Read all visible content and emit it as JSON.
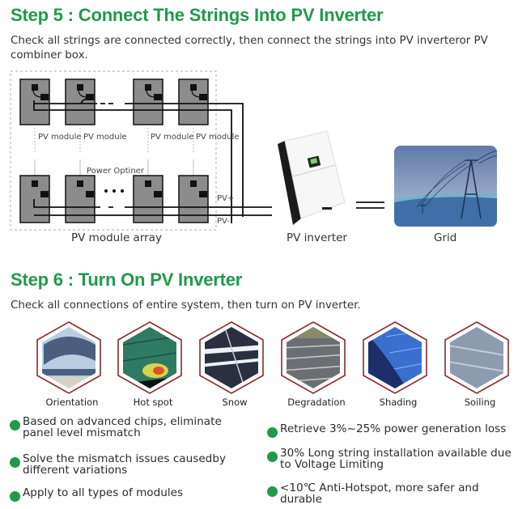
{
  "step5": {
    "title": "Step 5 : Connect The Strings Into PV Inverter",
    "description": "Check all strings are connected correctly, then connect the strings into PV inverteror PV combiner box."
  },
  "diagram": {
    "module_labels": [
      "PV module",
      "PV module",
      "PV module",
      "PV module"
    ],
    "optimizer_label": "Power Optiner",
    "pv_plus": "PV+",
    "pv_minus": "PV-",
    "array_caption": "PV module array",
    "inverter_caption": "PV inverter",
    "grid_caption": "Grid",
    "colors": {
      "module_fill": "#8c8c8c",
      "wire": "#111111",
      "sky_top": "#5f7aa8",
      "sky_bottom": "#b8c4dc",
      "ground": "#3f6fa6"
    }
  },
  "step6": {
    "title": "Step 6 : Turn On PV Inverter",
    "description": "Check all connections of entire system, then turn on PV inverter."
  },
  "factors": [
    {
      "label": "Orientation",
      "icon": "orientation-image"
    },
    {
      "label": "Hot spot",
      "icon": "hot-spot-image"
    },
    {
      "label": "Snow",
      "icon": "snow-image"
    },
    {
      "label": "Degradation",
      "icon": "degradation-image"
    },
    {
      "label": "Shading",
      "icon": "shading-image"
    },
    {
      "label": "Soiling",
      "icon": "soiling-image"
    }
  ],
  "features_left": [
    "Based on advanced chips, eliminate panel level mismatch",
    "Solve the mismatch issues causedby different variations",
    "Apply to all types of modules"
  ],
  "features_right": [
    "Retrieve 3%~25% power generation loss",
    "30% Long string installation available due to Voltage Limiting",
    "<10℃ Anti-Hotspot, more safer and durable"
  ],
  "colors": {
    "accent": "#1e9a4a",
    "hex_border": "#8b2a2a"
  }
}
